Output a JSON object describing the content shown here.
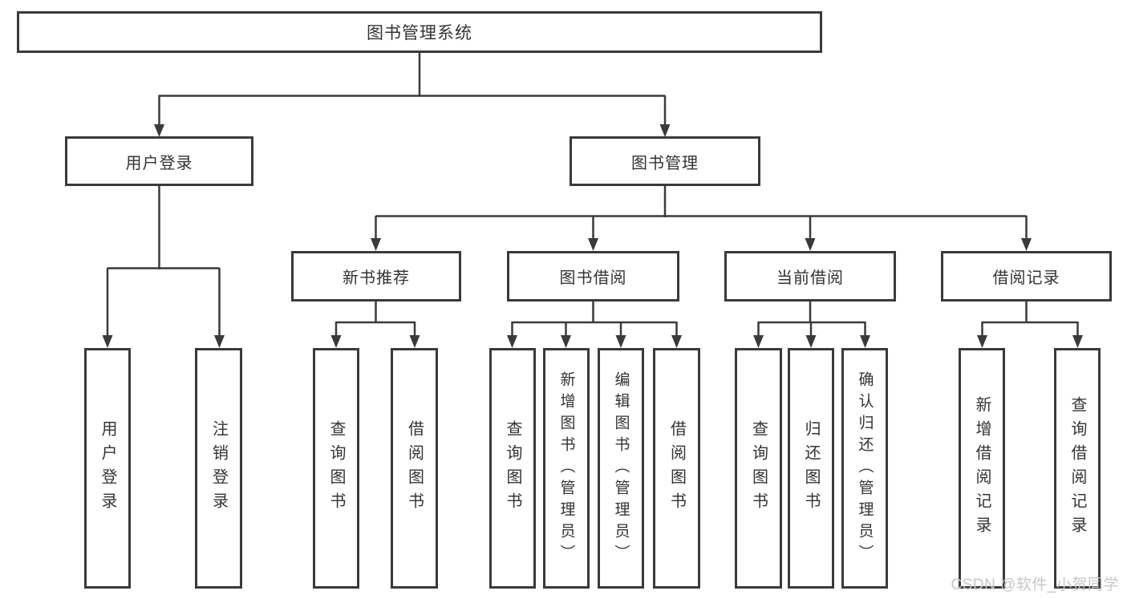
{
  "diagram": {
    "root": {
      "label": "图书管理系统"
    },
    "level2": [
      {
        "label": "用户登录"
      },
      {
        "label": "图书管理"
      }
    ],
    "level3": [
      {
        "label": "新书推荐"
      },
      {
        "label": "图书借阅"
      },
      {
        "label": "当前借阅"
      },
      {
        "label": "借阅记录"
      }
    ],
    "leaves": [
      {
        "label": "用户登录"
      },
      {
        "label": "注销登录"
      },
      {
        "label": "查询图书"
      },
      {
        "label": "借阅图书"
      },
      {
        "label": "查询图书"
      },
      {
        "label": "新增图书（管理员）"
      },
      {
        "label": "编辑图书（管理员）"
      },
      {
        "label": "借阅图书"
      },
      {
        "label": "查询图书"
      },
      {
        "label": "归还图书"
      },
      {
        "label": "确认归还（管理员）"
      },
      {
        "label": "新增借阅记录"
      },
      {
        "label": "查询借阅记录"
      }
    ],
    "colors": {
      "line": "#3a3a3a",
      "text": "#333333",
      "background": "#ffffff",
      "watermark_text": "#c7c7c7"
    }
  },
  "watermark": {
    "text": "CSDN @软件_小贺同学"
  }
}
